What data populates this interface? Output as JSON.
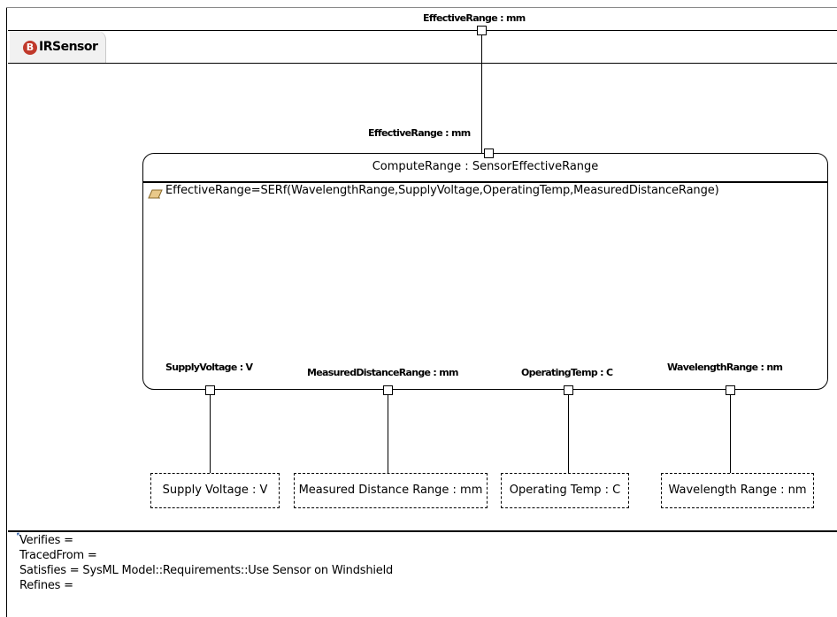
{
  "block": {
    "badge": "B",
    "name": "IRSensor"
  },
  "boundary_port": {
    "label": "EffectiveRange : mm"
  },
  "constraint": {
    "title": "ComputeRange : SensorEffectiveRange",
    "expression": "EffectiveRange=SERf(WavelengthRange,SupplyVoltage,OperatingTemp,MeasuredDistanceRange)",
    "top_port_label": "EffectiveRange : mm",
    "params": [
      {
        "label": "SupplyVoltage : V"
      },
      {
        "label": "MeasuredDistanceRange : mm"
      },
      {
        "label": "OperatingTemp : C"
      },
      {
        "label": "WavelengthRange : nm"
      }
    ]
  },
  "value_properties": [
    {
      "label": "Supply Voltage : V"
    },
    {
      "label": "Measured Distance Range : mm"
    },
    {
      "label": "Operating Temp : C"
    },
    {
      "label": "Wavelength Range : nm"
    }
  ],
  "properties_panel": {
    "lines": [
      "Verifies =",
      "TracedFrom =",
      "Satisfies = SysML Model::Requirements::Use  Sensor on Windshield",
      "Refines ="
    ]
  },
  "colors": {
    "badge": "#c0392b",
    "line": "#000000",
    "tab": "#f1f1f1"
  }
}
